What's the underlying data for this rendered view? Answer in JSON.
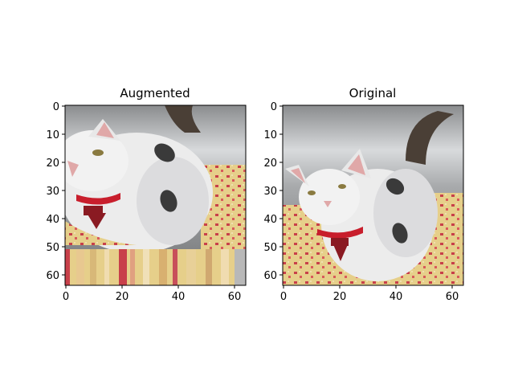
{
  "panels": [
    {
      "title": "Augmented",
      "x_ticks": [
        "0",
        "20",
        "40",
        "60"
      ],
      "y_ticks": [
        "0",
        "10",
        "20",
        "30",
        "40",
        "50",
        "60"
      ]
    },
    {
      "title": "Original",
      "x_ticks": [
        "0",
        "20",
        "40",
        "60"
      ],
      "y_ticks": [
        "0",
        "10",
        "20",
        "30",
        "40",
        "50",
        "60"
      ]
    }
  ],
  "image": {
    "extent": [
      64,
      64
    ],
    "content": "white cat with dark grey patches and red collar with heart tag, lying on yellow floral cushion in front of grey metal background",
    "colors": {
      "background": "#9a9c9e",
      "metal_highlight": "#d4d6d8",
      "tail": "#4a3f36",
      "fur": "#ececec",
      "fur_shadow": "#cfcfd2",
      "patch": "#3a3a3a",
      "collar": "#c81e2c",
      "tag": "#8a1a22",
      "cushion": "#e6cf8a",
      "cushion_flower": "#c8404a",
      "ear_inner": "#e0a8a8",
      "eye": "#8a7a40"
    }
  }
}
